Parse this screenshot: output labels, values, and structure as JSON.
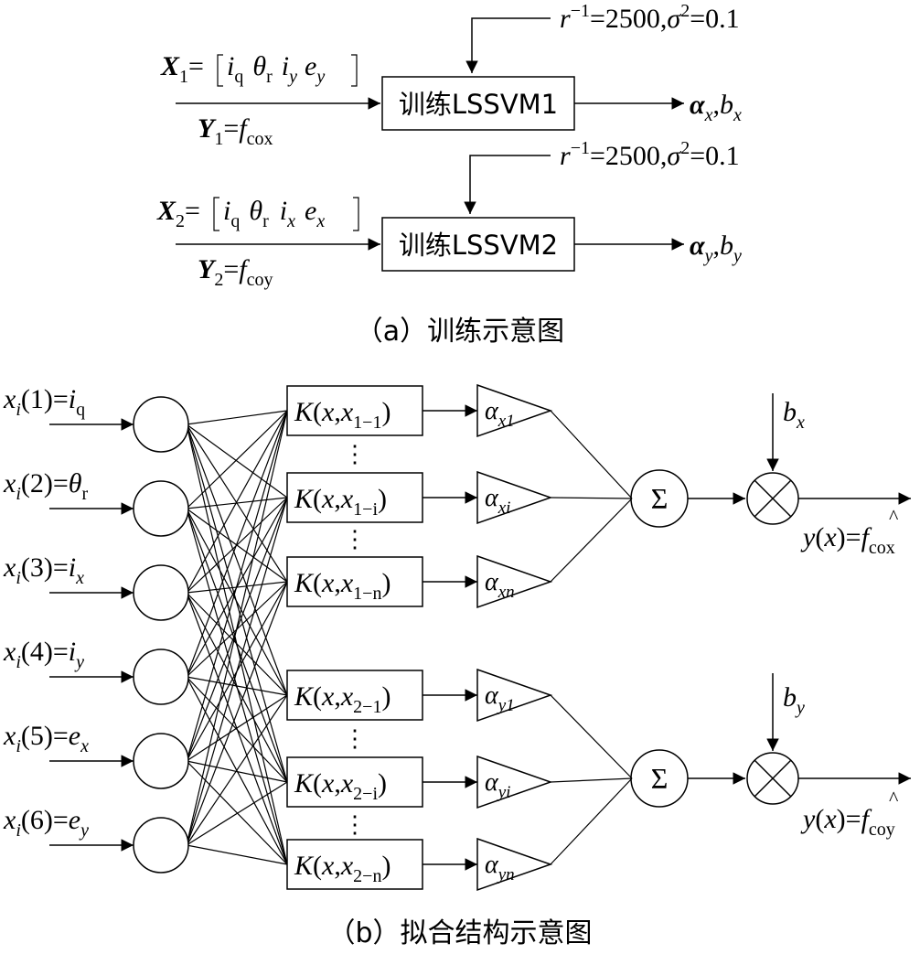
{
  "training": {
    "param_label": {
      "r": "r",
      "r_exp": "−1",
      "r_val": "=2500,",
      "sigma": "σ",
      "sigma_exp": "2",
      "sigma_val": "=0.1"
    },
    "rows": [
      {
        "x": {
          "var": "X",
          "sub": "1",
          "eq": "=",
          "v1": "i",
          "v1s": "q",
          "v2": "θ",
          "v2s": "r",
          "v3": "i",
          "v3s": "y",
          "v4": "e",
          "v4s": "y"
        },
        "y": {
          "var": "Y",
          "sub": "1",
          "eq": "=",
          "f": "f",
          "fs": "cox"
        },
        "box": "训练LSSVM1",
        "out": {
          "a": "α",
          "as": "x",
          "comma": ",",
          "b": "b",
          "bs": "x"
        }
      },
      {
        "x": {
          "var": "X",
          "sub": "2",
          "eq": "=",
          "v1": "i",
          "v1s": "q",
          "v2": "θ",
          "v2s": "r",
          "v3": "i",
          "v3s": "x",
          "v4": "e",
          "v4s": "x"
        },
        "y": {
          "var": "Y",
          "sub": "2",
          "eq": "=",
          "f": "f",
          "fs": "coy"
        },
        "box": "训练LSSVM2",
        "out": {
          "a": "α",
          "as": "y",
          "comma": ",",
          "b": "b",
          "bs": "y"
        }
      }
    ],
    "caption": "（a）训练示意图"
  },
  "fitting": {
    "inputs": [
      {
        "pre": "x",
        "ps": "i",
        "idx": "(1)=",
        "var": "i",
        "vs": "q"
      },
      {
        "pre": "x",
        "ps": "i",
        "idx": "(2)=",
        "var": "θ",
        "vs": "r"
      },
      {
        "pre": "x",
        "ps": "i",
        "idx": "(3)=",
        "var": "i",
        "vs": "x"
      },
      {
        "pre": "x",
        "ps": "i",
        "idx": "(4)=",
        "var": "i",
        "vs": "y"
      },
      {
        "pre": "x",
        "ps": "i",
        "idx": "(5)=",
        "var": "e",
        "vs": "x"
      },
      {
        "pre": "x",
        "ps": "i",
        "idx": "(6)=",
        "var": "e",
        "vs": "y"
      }
    ],
    "kernels": [
      {
        "k": "K",
        "open": "(",
        "x": "x",
        "comma": ",",
        "x2": "x",
        "sub": "1−1",
        "close": ")"
      },
      {
        "k": "K",
        "open": "(",
        "x": "x",
        "comma": ",",
        "x2": "x",
        "sub": "1−i",
        "close": ")"
      },
      {
        "k": "K",
        "open": "(",
        "x": "x",
        "comma": ",",
        "x2": "x",
        "sub": "1−n",
        "close": ")"
      },
      {
        "k": "K",
        "open": "(",
        "x": "x",
        "comma": ",",
        "x2": "x",
        "sub": "2−1",
        "close": ")"
      },
      {
        "k": "K",
        "open": "(",
        "x": "x",
        "comma": ",",
        "x2": "x",
        "sub": "2−i",
        "close": ")"
      },
      {
        "k": "K",
        "open": "(",
        "x": "x",
        "comma": ",",
        "x2": "x",
        "sub": "2−n",
        "close": ")"
      }
    ],
    "weights": [
      {
        "a": "α",
        "s": "x1"
      },
      {
        "a": "α",
        "s": "xi"
      },
      {
        "a": "α",
        "s": "xn"
      },
      {
        "a": "α",
        "s": "y1"
      },
      {
        "a": "α",
        "s": "yi"
      },
      {
        "a": "α",
        "s": "yn"
      }
    ],
    "sum_symbol": "Σ",
    "dots": "⋮",
    "biases": [
      {
        "b": "b",
        "s": "x"
      },
      {
        "b": "b",
        "s": "y"
      }
    ],
    "outputs": [
      {
        "y": "y",
        "open": "(",
        "x": "x",
        "close": ")=",
        "f": "f",
        "hat": "^",
        "s": "cox"
      },
      {
        "y": "y",
        "open": "(",
        "x": "x",
        "close": ")=",
        "f": "f",
        "hat": "^",
        "s": "coy"
      }
    ],
    "caption": "（b）拟合结构示意图"
  }
}
